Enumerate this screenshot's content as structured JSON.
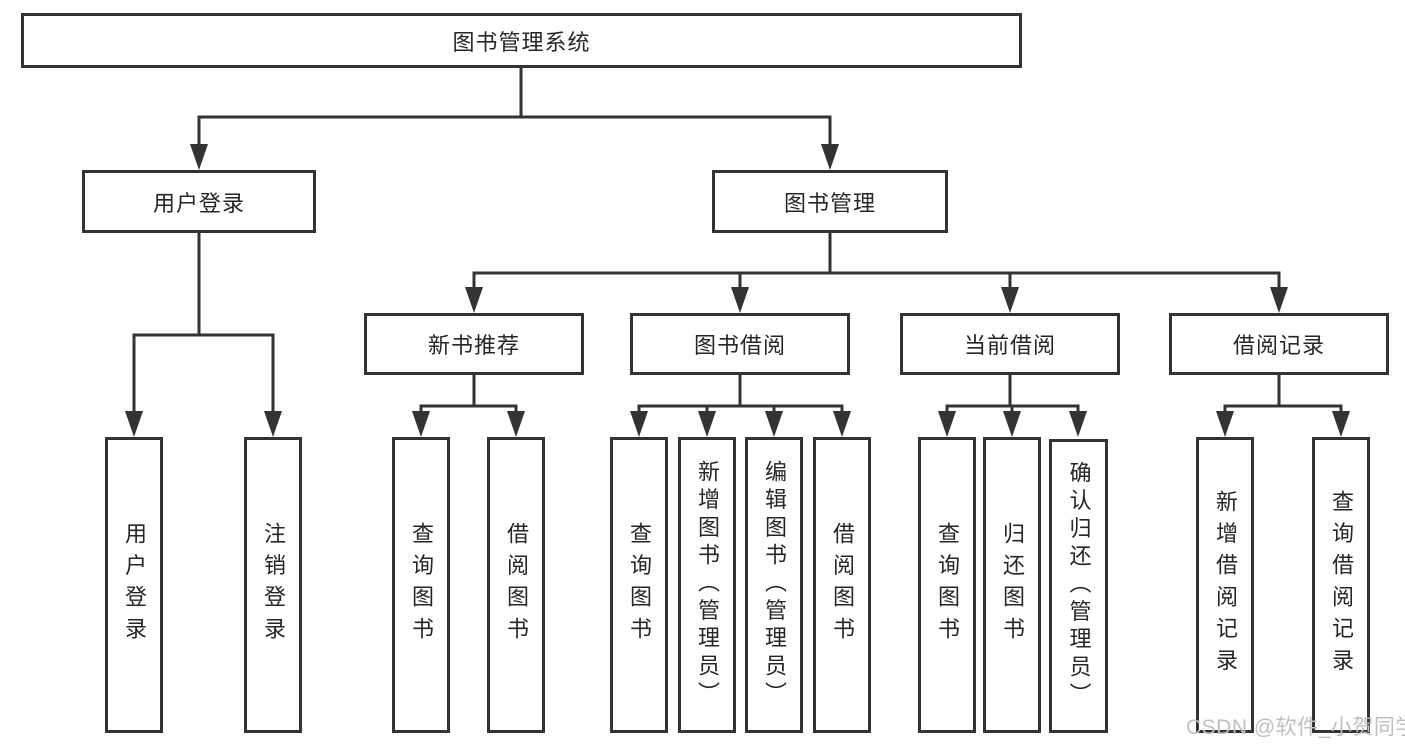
{
  "tree": {
    "root": "图书管理系统",
    "branches": [
      {
        "label": "用户登录",
        "children": [
          "用户登录",
          "注销登录"
        ]
      },
      {
        "label": "图书管理",
        "groups": [
          {
            "label": "新书推荐",
            "children": [
              "查询图书",
              "借阅图书"
            ]
          },
          {
            "label": "图书借阅",
            "children": [
              "查询图书",
              "新增图书（管理员）",
              "编辑图书（管理员）",
              "借阅图书"
            ]
          },
          {
            "label": "当前借阅",
            "children": [
              "查询图书",
              "归还图书",
              "确认归还（管理员）"
            ]
          },
          {
            "label": "借阅记录",
            "children": [
              "新增借阅记录",
              "查询借阅记录"
            ]
          }
        ]
      }
    ]
  },
  "watermark": "CSDN @软件_小贺同学",
  "colors": {
    "line": "#333333",
    "border": "#333333",
    "text": "#262626",
    "watermark": "#bfbfbf",
    "background": "#ffffff"
  }
}
